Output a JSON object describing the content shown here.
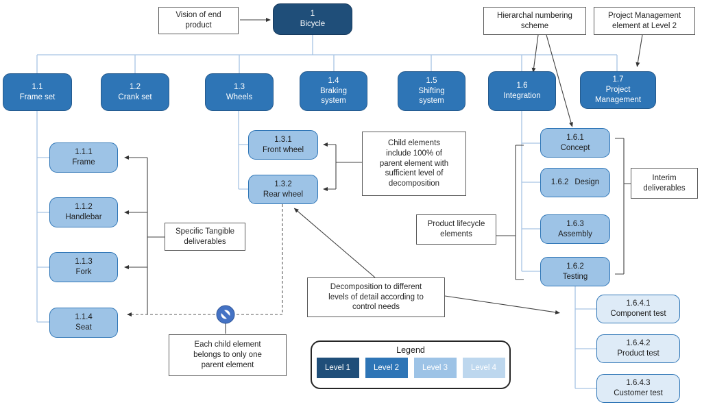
{
  "palette": {
    "level1": "#1F4E79",
    "level2": "#2E75B6",
    "level3": "#9DC3E6",
    "level4": "#DEEBF7",
    "connector": "#A6C3E3",
    "annotation_line": "#404040",
    "no_symbol_blue": "#4472C4"
  },
  "root": {
    "number": "1",
    "name": "Bicycle"
  },
  "level2": [
    {
      "number": "1.1",
      "name": "Frame set"
    },
    {
      "number": "1.2",
      "name": "Crank set"
    },
    {
      "number": "1.3",
      "name": "Wheels"
    },
    {
      "number": "1.4",
      "name": "Braking system"
    },
    {
      "number": "1.5",
      "name": "Shifting system"
    },
    {
      "number": "1.6",
      "name": "Integration"
    },
    {
      "number": "1.7",
      "name": "Project Management"
    }
  ],
  "frame_children": [
    {
      "number": "1.1.1",
      "name": "Frame"
    },
    {
      "number": "1.1.2",
      "name": "Handlebar"
    },
    {
      "number": "1.1.3",
      "name": "Fork"
    },
    {
      "number": "1.1.4",
      "name": "Seat"
    }
  ],
  "wheel_children": [
    {
      "number": "1.3.1",
      "name": "Front wheel"
    },
    {
      "number": "1.3.2",
      "name": "Rear wheel"
    }
  ],
  "integration_children": [
    {
      "number": "1.6.1",
      "name": "Concept"
    },
    {
      "number": "1.6.2",
      "name": "Design"
    },
    {
      "number": "1.6.3",
      "name": "Assembly"
    },
    {
      "number": "1.6.2",
      "name": "Testing"
    }
  ],
  "testing_children": [
    {
      "number": "1.6.4.1",
      "name": "Component test"
    },
    {
      "number": "1.6.4.2",
      "name": "Product test"
    },
    {
      "number": "1.6.4.3",
      "name": "Customer test"
    }
  ],
  "annotations": {
    "vision": "Vision of end product",
    "numbering": "Hierarchal numbering scheme",
    "pm_level2": "Project Management element at Level 2",
    "child_elements": "Child elements include 100% of parent element with sufficient level of decomposition",
    "specific_tangible": "Specific Tangible deliverables",
    "product_lifecycle": "Product lifecycle elements",
    "decomposition": "Decomposition to different levels of detail according to control needs",
    "each_child": "Each child element belongs to only one parent element",
    "interim": "Interim deliverables"
  },
  "legend": {
    "title": "Legend",
    "items": [
      {
        "label": "Level 1",
        "color": "#1F4E79"
      },
      {
        "label": "Level 2",
        "color": "#2E75B6"
      },
      {
        "label": "Level 3",
        "color": "#9DC3E6"
      },
      {
        "label": "Level 4",
        "color": "#BDD7EE"
      }
    ]
  }
}
